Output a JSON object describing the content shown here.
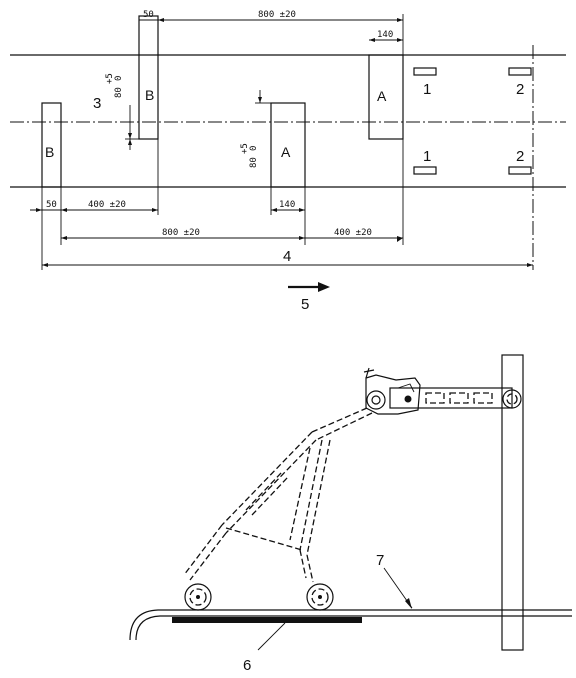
{
  "plan": {
    "labels": {
      "a": "A",
      "b": "B",
      "one": "1",
      "two": "2"
    },
    "dims": {
      "d800": "800 ±20",
      "d400": "400 ±20",
      "d50": "50",
      "d140": "140",
      "d80": "80",
      "tol_plus": "+5",
      "tol_zero": "0"
    },
    "callouts": {
      "c3": "3",
      "c4": "4",
      "c5": "5"
    }
  },
  "elevation": {
    "callouts": {
      "c6": "6",
      "c7": "7"
    }
  }
}
